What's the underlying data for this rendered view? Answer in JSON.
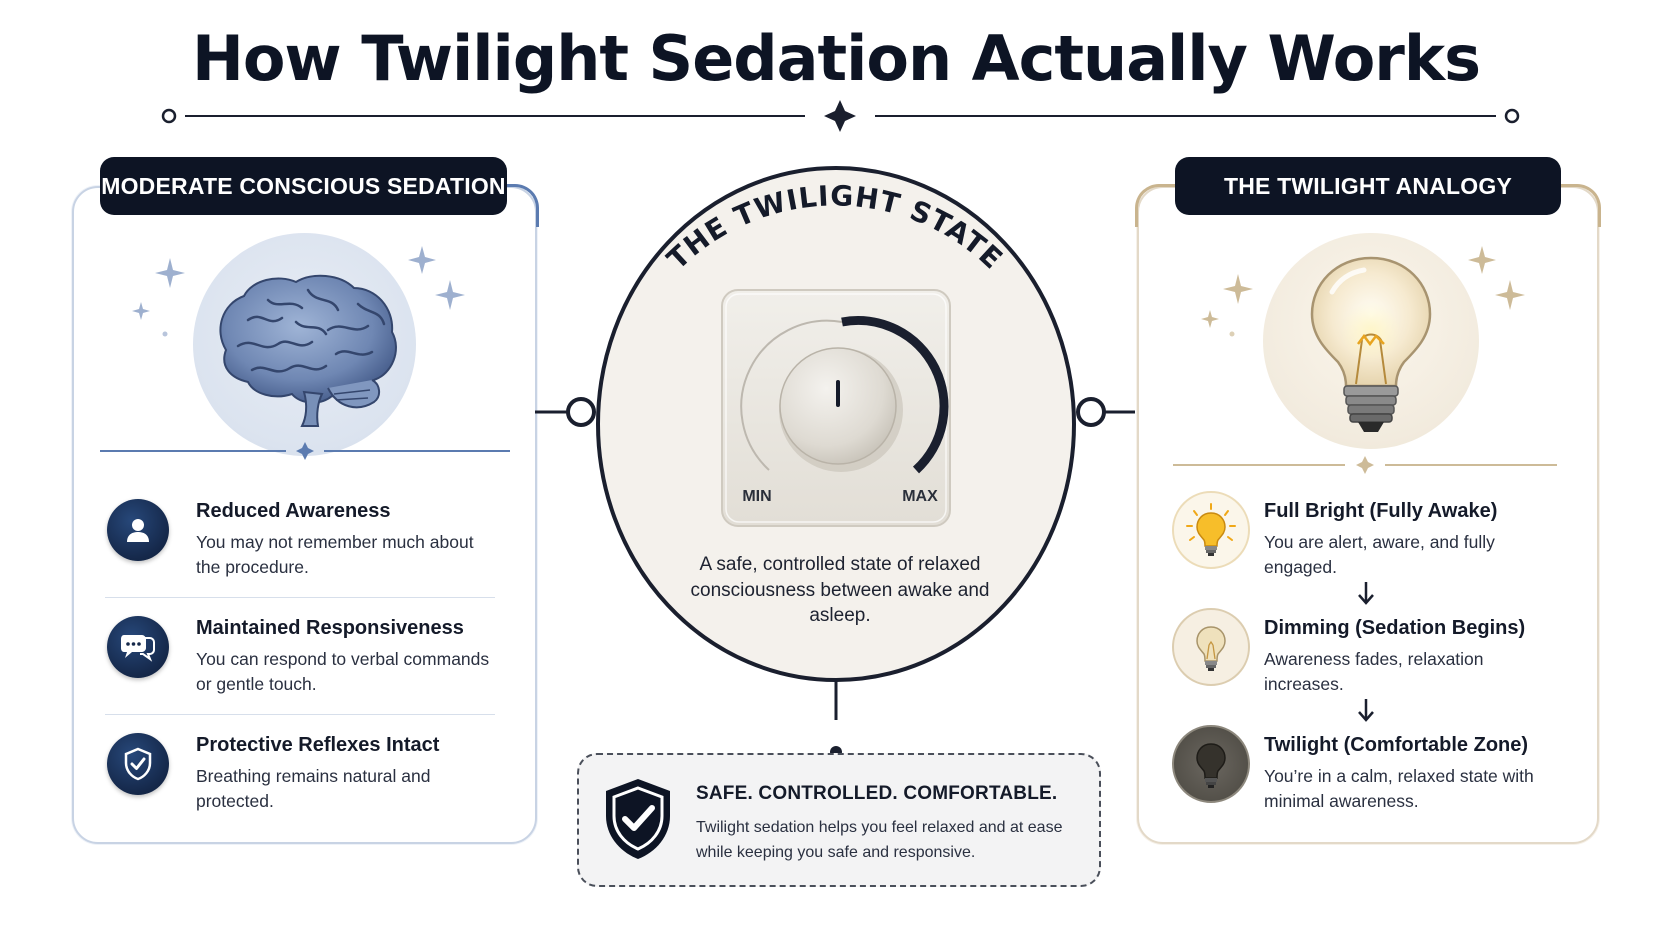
{
  "title": "How Twilight Sedation Actually Works",
  "left_panel": {
    "header": "MODERATE CONSCIOUS SEDATION",
    "items": [
      {
        "title": "Reduced Awareness",
        "desc": "You may not remember much about the procedure.",
        "icon": "person-icon"
      },
      {
        "title": "Maintained Responsiveness",
        "desc": "You can respond to verbal commands or gentle touch.",
        "icon": "speech-bubbles-icon"
      },
      {
        "title": "Protective Reflexes Intact",
        "desc": "Breathing remains natural and protected.",
        "icon": "shield-check-icon"
      }
    ]
  },
  "center": {
    "arc_title": "THE TWILIGHT STATE",
    "dial_min": "MIN",
    "dial_max": "MAX",
    "desc": "A safe, controlled state of relaxed consciousness between awake and asleep."
  },
  "safe_box": {
    "title": "SAFE. CONTROLLED. COMFORTABLE.",
    "desc": "Twilight sedation helps you feel relaxed and at ease while keeping you safe and responsive."
  },
  "right_panel": {
    "header": "THE TWILIGHT ANALOGY",
    "items": [
      {
        "title": "Full Bright (Fully Awake)",
        "desc": "You are alert, aware, and fully engaged."
      },
      {
        "title": "Dimming (Sedation Begins)",
        "desc": "Awareness fades, relaxation increases."
      },
      {
        "title": "Twilight (Comfortable Zone)",
        "desc": "You’re in a calm, relaxed state with minimal awareness."
      }
    ]
  },
  "colors": {
    "navy": "#0d1424",
    "left_accent": "#5b7bb0",
    "right_accent": "#b9a27d",
    "bulb_bright": "#f5b418",
    "bulb_dim": "#e9d7a8",
    "bulb_dark": "#3a3832"
  }
}
